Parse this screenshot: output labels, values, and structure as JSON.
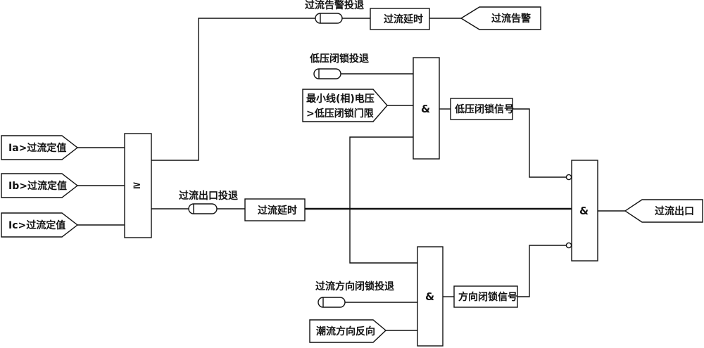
{
  "inputs": {
    "ia": "Ia>过流定值",
    "ib": "Ib>过流定值",
    "ic": "Ic>过流定值"
  },
  "or_gate_symbol": "≥",
  "and_symbol": "&",
  "alarm": {
    "switch_label": "过流告警投退",
    "delay_label": "过流延时",
    "output_label": "过流告警"
  },
  "lowvolt": {
    "switch_label": "低压闭锁投退",
    "condition_line1": "最小线(相)电压",
    "condition_line2": ">低压闭锁门限",
    "signal_label": "低压闭锁信号"
  },
  "trip": {
    "switch_label": "过流出口投退",
    "delay_label": "过流延时",
    "output_label": "过流出口"
  },
  "direction": {
    "switch_label": "过流方向闭锁投退",
    "condition_label": "潮流方向反向",
    "signal_label": "方向闭锁信号"
  }
}
